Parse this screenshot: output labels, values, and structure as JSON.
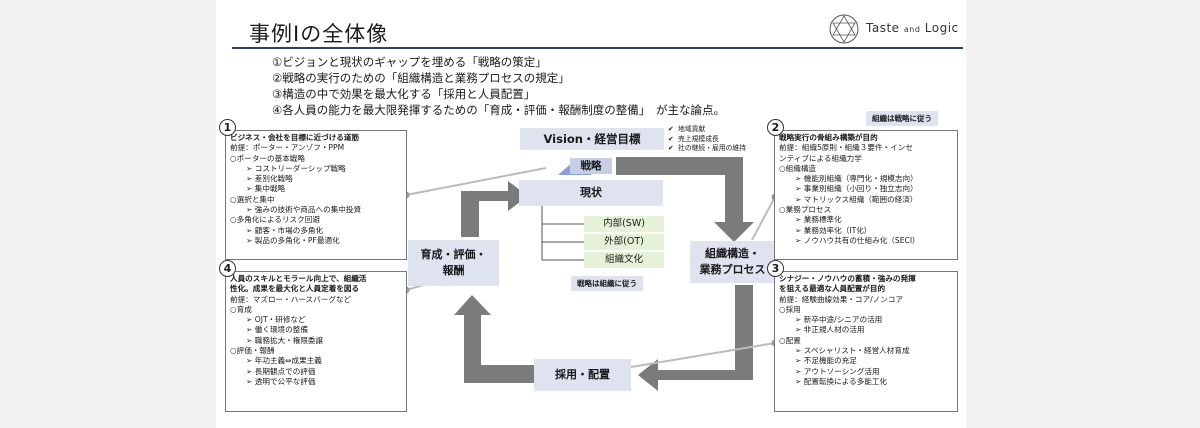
{
  "title": "事例Ⅰの全体像",
  "logo": {
    "main": "Taste",
    "and": "and",
    "rest": "Logic"
  },
  "intro": [
    "①ビジョンと現状のギャップを埋める「戦略の策定」",
    "②戦略の実行のための「組織構造と業務プロセスの規定」",
    "③構造の中で効果を最大化する「採用と人員配置」",
    "④各人員の能力を最大限発揮するための「育成・評価・報酬制度の整備」　が主な論点。"
  ],
  "notes": {
    "top_right": "組織は戦略に従う",
    "center": "戦略は組織に従う"
  },
  "center": {
    "vision": "Vision・経営目標",
    "strategy": "戦略",
    "current": "現状",
    "internal": "内部(SW)",
    "external": "外部(OT)",
    "culture": "組織文化",
    "left_box": "育成・評価・\n報酬",
    "right_box": "組織構造・\n業務プロセス",
    "bottom_box": "採用・配置",
    "checks": [
      "地域貢献",
      "売上規模成長",
      "社の継続・雇用の維持"
    ],
    "check_mark": "✔"
  },
  "panels": {
    "p1": {
      "num": "1",
      "lines": [
        {
          "t": "ビジネス・会社を目標に近づける道筋",
          "c": "h"
        },
        {
          "t": "前提：ポーター・アンゾフ・PPM",
          "c": "l0"
        },
        {
          "t": "○ポーターの基本戦略",
          "c": "l0"
        },
        {
          "t": "➢ コストリーダーシップ戦略",
          "c": "l1"
        },
        {
          "t": "➢ 差別化戦略",
          "c": "l1"
        },
        {
          "t": "➢ 集中戦略",
          "c": "l1"
        },
        {
          "t": "○選択と集中",
          "c": "l0"
        },
        {
          "t": "➢ 強みの技術や商品への集中投資",
          "c": "l1"
        },
        {
          "t": "○多角化によるリスク回避",
          "c": "l0"
        },
        {
          "t": "➢ 顧客・市場の多角化",
          "c": "l1"
        },
        {
          "t": "➢ 製品の多角化・PF最適化",
          "c": "l1"
        }
      ]
    },
    "p2": {
      "num": "2",
      "lines": [
        {
          "t": "戦略実行の骨組み構築が目的",
          "c": "h"
        },
        {
          "t": "前提：組織5原則・組織３要件・インセ",
          "c": "l0"
        },
        {
          "t": "ンティブによる組織力学",
          "c": "l0"
        },
        {
          "t": "○組織構造",
          "c": "l0"
        },
        {
          "t": "➢ 機能別組織（専門化・規模志向）",
          "c": "l1"
        },
        {
          "t": "➢ 事業別組織（小回り・独立志向）",
          "c": "l1"
        },
        {
          "t": "➢ マトリックス組織（範囲の経済）",
          "c": "l1"
        },
        {
          "t": "○業務プロセス",
          "c": "l0"
        },
        {
          "t": "➢ 業務標準化",
          "c": "l1"
        },
        {
          "t": "➢ 業務効率化（IT化）",
          "c": "l1"
        },
        {
          "t": "➢ ノウハウ共有の仕組み化（SECI）",
          "c": "l1"
        }
      ]
    },
    "p3": {
      "num": "3",
      "lines": [
        {
          "t": "シナジー・ノウハウの蓄積・強みの発揮",
          "c": "h"
        },
        {
          "t": "を狙える最適な人員配置が目的",
          "c": "h"
        },
        {
          "t": "前提：経験曲線効果・コア/ノンコア",
          "c": "l0"
        },
        {
          "t": "○採用",
          "c": "l0"
        },
        {
          "t": "➢ 新卒中途/シニアの活用",
          "c": "l1"
        },
        {
          "t": "➢ 非正規人材の活用",
          "c": "l1"
        },
        {
          "t": "○配置",
          "c": "l0"
        },
        {
          "t": "➢ スペシャリスト・経営人材育成",
          "c": "l1"
        },
        {
          "t": "➢ 不足機能の充足",
          "c": "l1"
        },
        {
          "t": "➢ アウトソーシング活用",
          "c": "l1"
        },
        {
          "t": "➢ 配置転換による多能工化",
          "c": "l1"
        }
      ]
    },
    "p4": {
      "num": "4",
      "lines": [
        {
          "t": "人員のスキルとモラール向上で、組織活",
          "c": "h"
        },
        {
          "t": "性化。成果を最大化と人員定着を図る",
          "c": "h"
        },
        {
          "t": "前提：マズロー・ハースバーグなど",
          "c": "l0"
        },
        {
          "t": "○育成",
          "c": "l0"
        },
        {
          "t": "➢ OJT・研修など",
          "c": "l1"
        },
        {
          "t": "➢ 働く環境の整備",
          "c": "l1"
        },
        {
          "t": "➢ 職務拡大・権限委譲",
          "c": "l1"
        },
        {
          "t": "○評価・報酬",
          "c": "l0"
        },
        {
          "t": "➢ 年功主義⇔成果主義",
          "c": "l1"
        },
        {
          "t": "➢ 長期観点での評価",
          "c": "l1"
        },
        {
          "t": "➢ 透明で公平な評価",
          "c": "l1"
        }
      ]
    }
  },
  "colors": {
    "arrow": "#7b7b7b",
    "box": "#dfe3f0",
    "green": "#e6f2d8",
    "rule": "#2f3f66"
  }
}
